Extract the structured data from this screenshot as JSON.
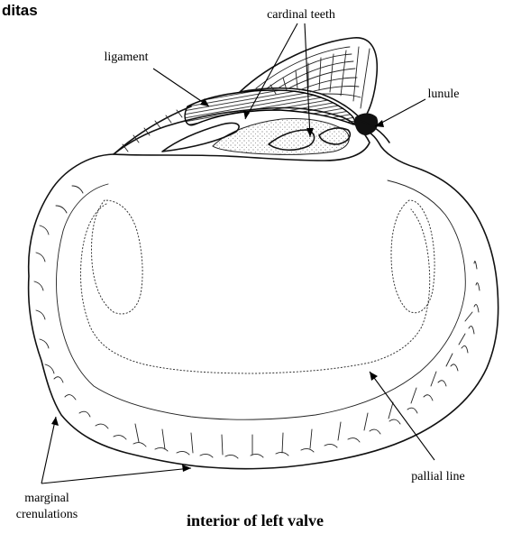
{
  "header": {
    "title_fragment": "ditas"
  },
  "labels": {
    "cardinal_teeth": "cardinal teeth",
    "ligament": "ligament",
    "lunule": "lunule",
    "pallial_line": "pallial line",
    "marginal_line1": "marginal",
    "marginal_line2": "crenulations"
  },
  "caption": "interior of left valve"
}
